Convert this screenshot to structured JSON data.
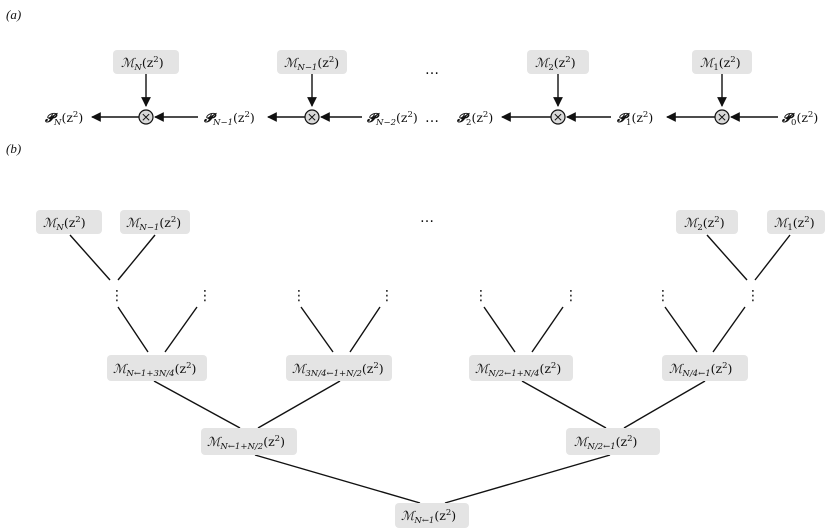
{
  "panels": {
    "a": "(a)",
    "b": "(b)"
  },
  "symbols": {
    "M": "ℳ",
    "P": "𝓟",
    "z_arg": "(z",
    "sq": "2",
    "close": ")",
    "times": "×",
    "ellipsis": "…",
    "vdots": "⋮"
  },
  "chain": {
    "multipliers": [
      {
        "sub": "N"
      },
      {
        "sub": "N−1"
      },
      {
        "sub": "2"
      },
      {
        "sub": "1"
      }
    ],
    "propagators": [
      {
        "sub": "N"
      },
      {
        "sub": "N−1"
      },
      {
        "sub": "N−2"
      },
      {
        "sub": "2"
      },
      {
        "sub": "1"
      },
      {
        "sub": "0"
      }
    ]
  },
  "tree": {
    "leaves": [
      {
        "sub": "N"
      },
      {
        "sub": "N−1"
      },
      {
        "sub": "2"
      },
      {
        "sub": "1"
      }
    ],
    "level2": [
      {
        "sub": "N←1+3N/4"
      },
      {
        "sub": "3N/4←1+N/2"
      },
      {
        "sub": "N/2←1+N/4"
      },
      {
        "sub": "N/4←1"
      }
    ],
    "level1": [
      {
        "sub": "N←1+N/2"
      },
      {
        "sub": "N/2←1"
      }
    ],
    "root": {
      "sub": "N←1"
    }
  },
  "colors": {
    "box_fill": "#e4e4e4",
    "line": "#111111"
  }
}
